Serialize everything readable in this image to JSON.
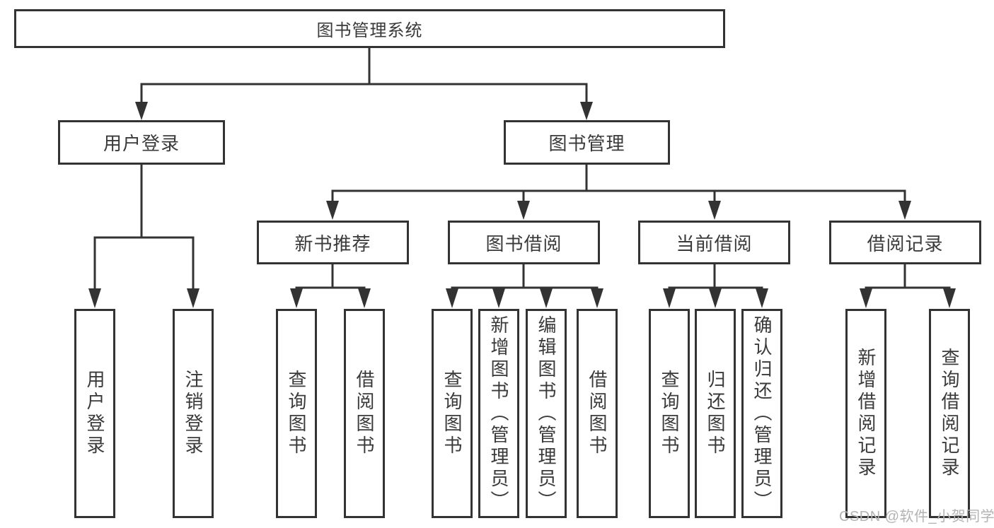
{
  "diagram": {
    "tree": {
      "label": "图书管理系统",
      "children": [
        {
          "label": "用户登录",
          "children": [
            {
              "label": "用户登录"
            },
            {
              "label": "注销登录"
            }
          ]
        },
        {
          "label": "图书管理",
          "children": [
            {
              "label": "新书推荐",
              "children": [
                {
                  "label": "查询图书"
                },
                {
                  "label": "借阅图书"
                }
              ]
            },
            {
              "label": "图书借阅",
              "children": [
                {
                  "label": "查询图书"
                },
                {
                  "label": "新增图书（管理员）"
                },
                {
                  "label": "编辑图书（管理员）"
                },
                {
                  "label": "借阅图书"
                }
              ]
            },
            {
              "label": "当前借阅",
              "children": [
                {
                  "label": "查询图书"
                },
                {
                  "label": "归还图书"
                },
                {
                  "label": "确认归还（管理员）"
                }
              ]
            },
            {
              "label": "借阅记录",
              "children": [
                {
                  "label": "新增借阅记录"
                },
                {
                  "label": "查询借阅记录"
                }
              ]
            }
          ]
        }
      ]
    }
  },
  "watermark": {
    "text": "CSDN @软件_小贺同学"
  },
  "colors": {
    "background": "#ffffff",
    "box_border": "#333333",
    "connector_line": "#333333",
    "text": "#3a3a3a",
    "watermark_text": "#b3b3b3"
  }
}
